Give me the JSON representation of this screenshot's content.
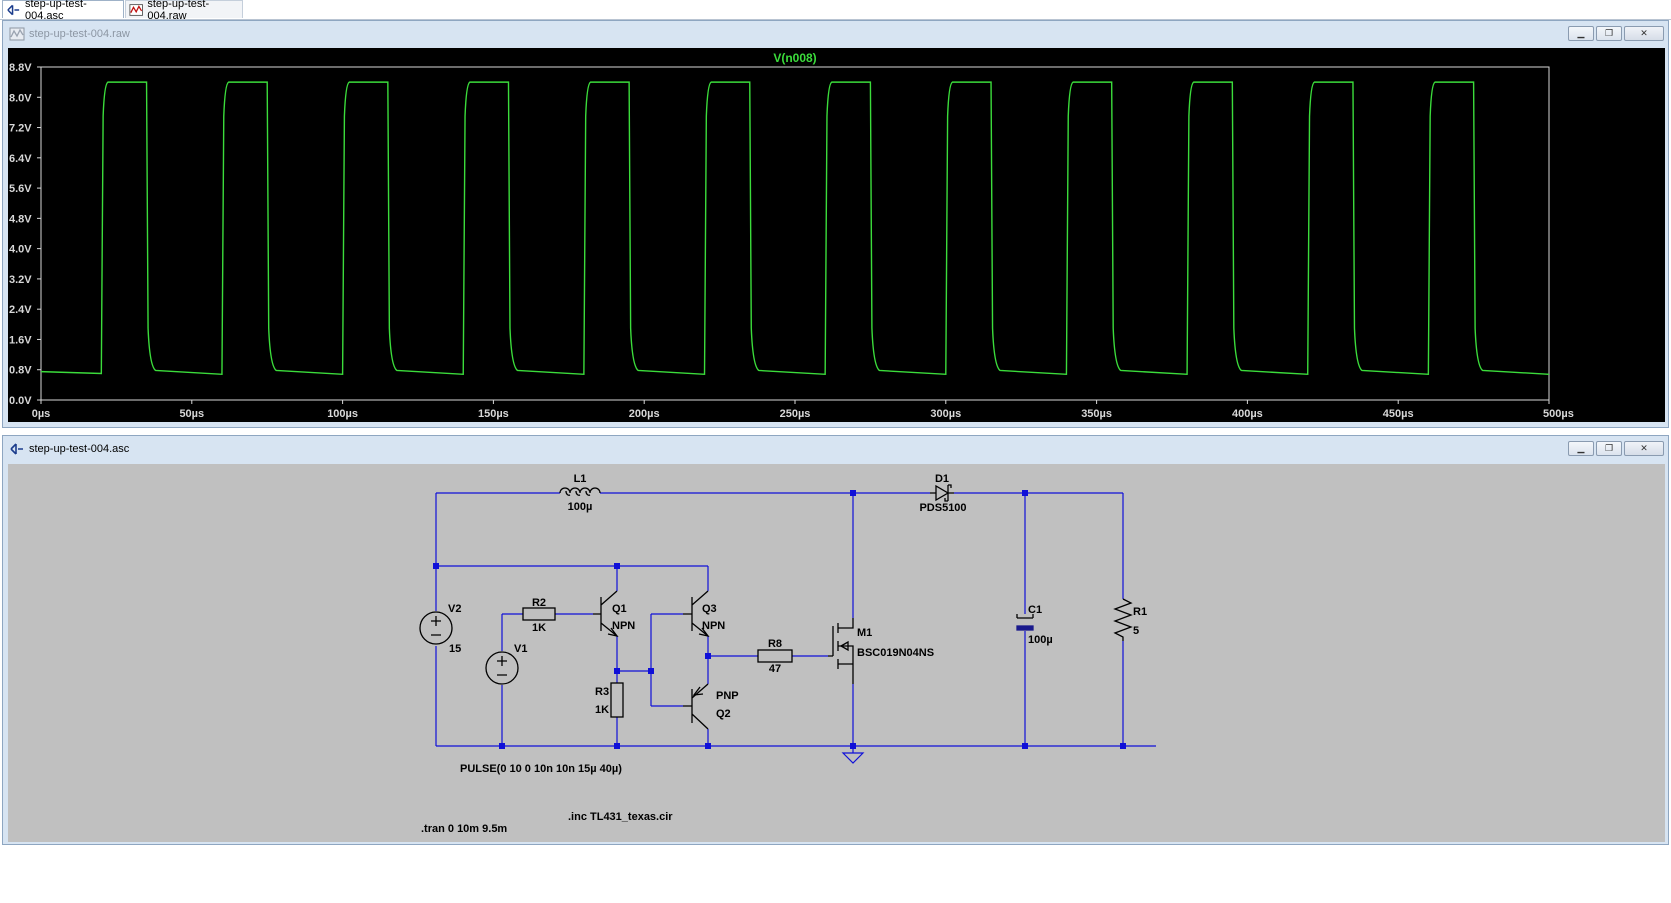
{
  "tabs": [
    {
      "label": "step-up-test-004.asc",
      "icon": "schematic-icon",
      "active": true
    },
    {
      "label": "step-up-test-004.raw",
      "icon": "waveform-icon",
      "active": false
    }
  ],
  "plot_window": {
    "title": "step-up-test-004.raw",
    "buttons": {
      "minimize": "▁",
      "restore": "❐",
      "close": "✕"
    }
  },
  "schematic_window": {
    "title": "step-up-test-004.asc",
    "buttons": {
      "minimize": "▁",
      "restore": "❐",
      "close": "✕"
    }
  },
  "colors": {
    "trace": "#3bdc3b",
    "plot_bg": "#000000",
    "wire": "#1010d8",
    "schematic_bg": "#c0c0c0"
  },
  "chart_data": {
    "type": "line",
    "title": "V(n008)",
    "xlim": [
      0,
      500
    ],
    "ylim": [
      0,
      8.8
    ],
    "y_ticks": [
      "8.8V",
      "8.0V",
      "7.2V",
      "6.4V",
      "5.6V",
      "4.8V",
      "4.0V",
      "3.2V",
      "2.4V",
      "1.6V",
      "0.8V",
      "0.0V"
    ],
    "x_ticks": [
      "0µs",
      "50µs",
      "100µs",
      "150µs",
      "200µs",
      "250µs",
      "300µs",
      "350µs",
      "400µs",
      "450µs",
      "500µs"
    ],
    "x_unit": "µs",
    "period_us": 40,
    "first_rise_us": 20,
    "pulse_width_us": 15,
    "high_v": 8.4,
    "low_v": 0.7,
    "pulses": 12,
    "grid": false
  },
  "schematic": {
    "labels": {
      "L1": "L1",
      "L1_val": "100µ",
      "D1": "D1",
      "D1_val": "PDS5100",
      "V2": "V2",
      "V2_val": "15",
      "R2": "R2",
      "R2_val": "1K",
      "Q1": "Q1",
      "Q1_type": "NPN",
      "Q3": "Q3",
      "Q3_type": "NPN",
      "V1": "V1",
      "R3": "R3",
      "R3_val": "1K",
      "Q2_type": "PNP",
      "Q2": "Q2",
      "R8": "R8",
      "R8_val": "47",
      "M1": "M1",
      "M1_val": "BSC019N04NS",
      "C1": "C1",
      "C1_val": "100µ",
      "R1": "R1",
      "R1_val": "5",
      "pulse": "PULSE(0 10 0 10n 10n 15µ 40µ)",
      "inc": ".inc TL431_texas.cir",
      "tran": ".tran 0 10m 9.5m"
    }
  }
}
